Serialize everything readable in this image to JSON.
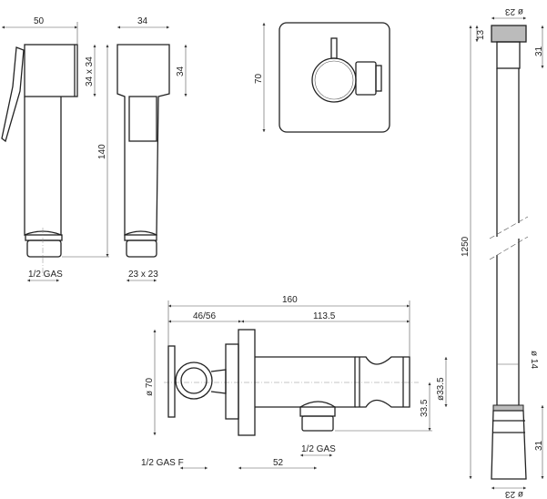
{
  "drawing": {
    "hand_shower_side": {
      "width": "50",
      "head": "34 x 34",
      "length": "140",
      "thread": "1/2 GAS"
    },
    "hand_shower_front": {
      "width": "34",
      "head_height": "34",
      "nozzle": "23 x 23"
    },
    "wall_valve": {
      "size": "70"
    },
    "hose": {
      "top_diameter": "ø 23",
      "cap_height": "13",
      "top_fitting": "31",
      "length": "1250",
      "hose_diameter": "ø 14",
      "bottom_fitting": "31",
      "bottom_diameter": "ø 23"
    },
    "valve_side": {
      "overall": "160",
      "wall_depth": "46/56",
      "projection": "113.5",
      "plate_diameter": "ø 70",
      "knob_diameter": "ø33.5",
      "outlet_offset": "33.5",
      "outlet_thread": "1/2 GAS",
      "inlet_thread": "1/2 GAS F",
      "outlet_position": "52"
    }
  }
}
